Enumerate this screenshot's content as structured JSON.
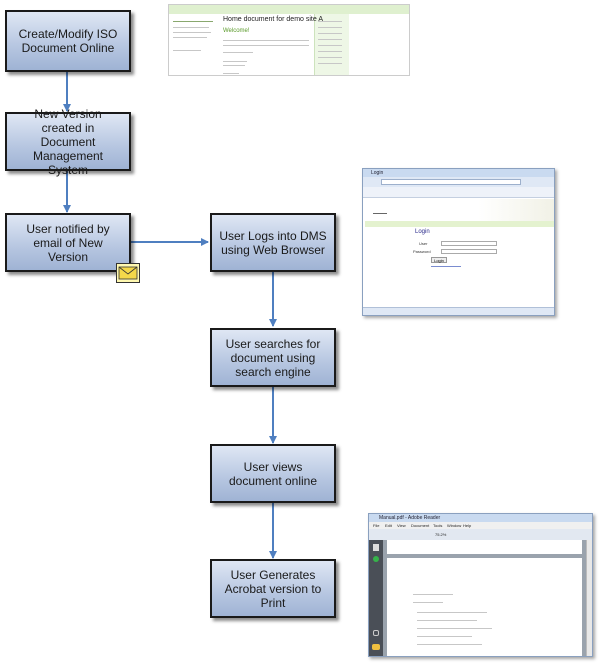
{
  "flow": {
    "step1": "Create/Modify ISO Document Online",
    "step2": "New Version created in Document Management System",
    "step3": "User notified by email of New Version",
    "step4": "User Logs into DMS using Web Browser",
    "step5": "User searches for document using search engine",
    "step6": "User views document online",
    "step7": "User Generates Acrobat version to Print"
  },
  "icons": {
    "email": "envelope-icon"
  },
  "screenshot_top": {
    "heading": "Home document for demo site A",
    "welcome": "Welcome!"
  },
  "screenshot_login": {
    "window_title": "Login",
    "heading": "Login",
    "user_label": "User",
    "password_label": "Password",
    "button": "Login"
  },
  "screenshot_acrobat": {
    "window_title": "Manual.pdf - Adobe Reader",
    "menu": [
      "File",
      "Edit",
      "View",
      "Document",
      "Tools",
      "Window",
      "Help"
    ],
    "zoom": "75.2%"
  },
  "colors": {
    "arrow": "#4f7fc0",
    "box_border": "#1a1a1a"
  }
}
